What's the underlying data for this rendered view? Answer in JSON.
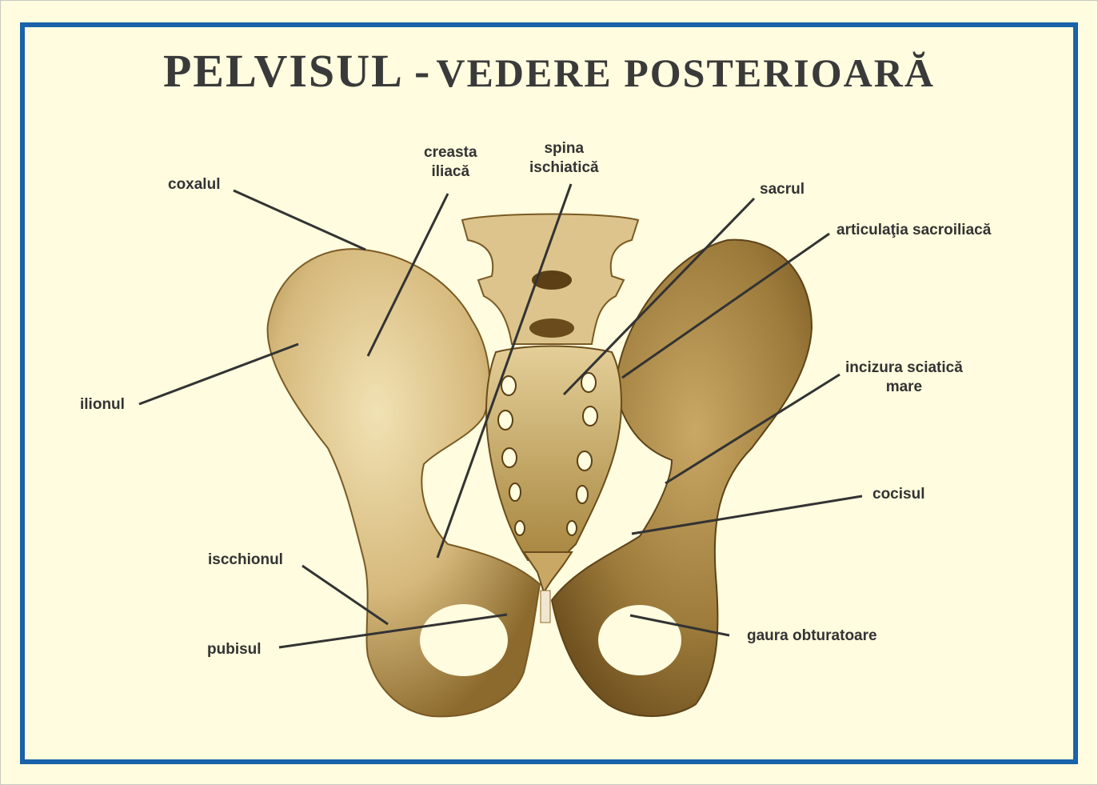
{
  "title": {
    "part1": "PELVISUL -",
    "part2": "VEDERE POSTERIOARĂ"
  },
  "colors": {
    "background": "#FFFCDF",
    "frame": "#1A62AA",
    "text": "#333333",
    "bone": "#D9BE85",
    "bone_shadow": "#8C6A2E"
  },
  "labels": {
    "coxalul": "coxalul",
    "creasta_line1": "creasta",
    "creasta_line2": "iliacă",
    "spina_line1": "spina",
    "spina_line2": "ischiatică",
    "sacrul": "sacrul",
    "articulatia": "articulaţia sacroiliacă",
    "incizura_line1": "incizura sciatică",
    "incizura_line2": "mare",
    "ilionul": "ilionul",
    "cocisul": "cocisul",
    "iscchionul": "iscchionul",
    "pubisul": "pubisul",
    "gaura": "gaura obturatoare"
  }
}
